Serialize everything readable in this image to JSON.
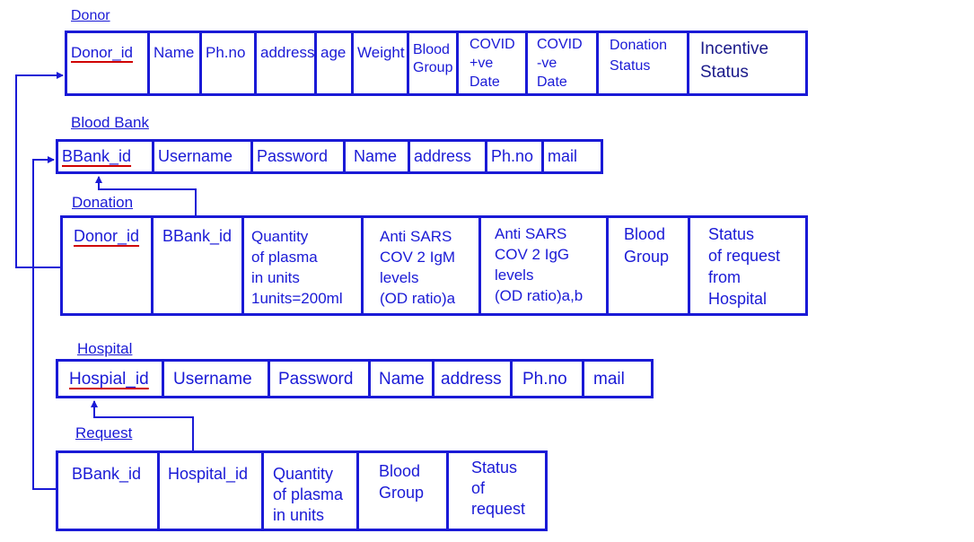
{
  "colors": {
    "line": "#1a1ad6",
    "primary_key_underline": "#d00000"
  },
  "tables": {
    "donor": {
      "title": "Donor",
      "columns": [
        "Donor_id",
        "Name",
        "Ph.no",
        "address",
        "age",
        "Weight",
        "Blood\nGroup",
        "COVID\n+ve\nDate",
        "COVID\n-ve\nDate",
        "Donation\nStatus",
        "Incentive\nStatus"
      ]
    },
    "blood_bank": {
      "title": "Blood Bank",
      "columns": [
        "BBank_id",
        "Username",
        "Password",
        "Name",
        "address",
        "Ph.no",
        "mail"
      ]
    },
    "donation": {
      "title": "Donation",
      "columns": [
        "Donor_id",
        "BBank_id",
        "Quantity\nof plasma\nin units\n1units=200ml",
        "Anti SARS\nCOV 2 IgM\nlevels\n(OD ratio)a",
        "Anti SARS\nCOV 2 IgG\nlevels\n(OD ratio)a,b",
        "Blood\nGroup",
        "Status\nof request\nfrom\nHospital"
      ]
    },
    "hospital": {
      "title": "Hospital",
      "columns": [
        "Hospial_id",
        "Username",
        "Password",
        "Name",
        "address",
        "Ph.no",
        "mail"
      ]
    },
    "request": {
      "title": "Request",
      "columns": [
        "BBank_id",
        "Hospital_id",
        "Quantity\nof plasma\nin units",
        "Blood\nGroup",
        "Status\nof\nrequest"
      ]
    }
  }
}
